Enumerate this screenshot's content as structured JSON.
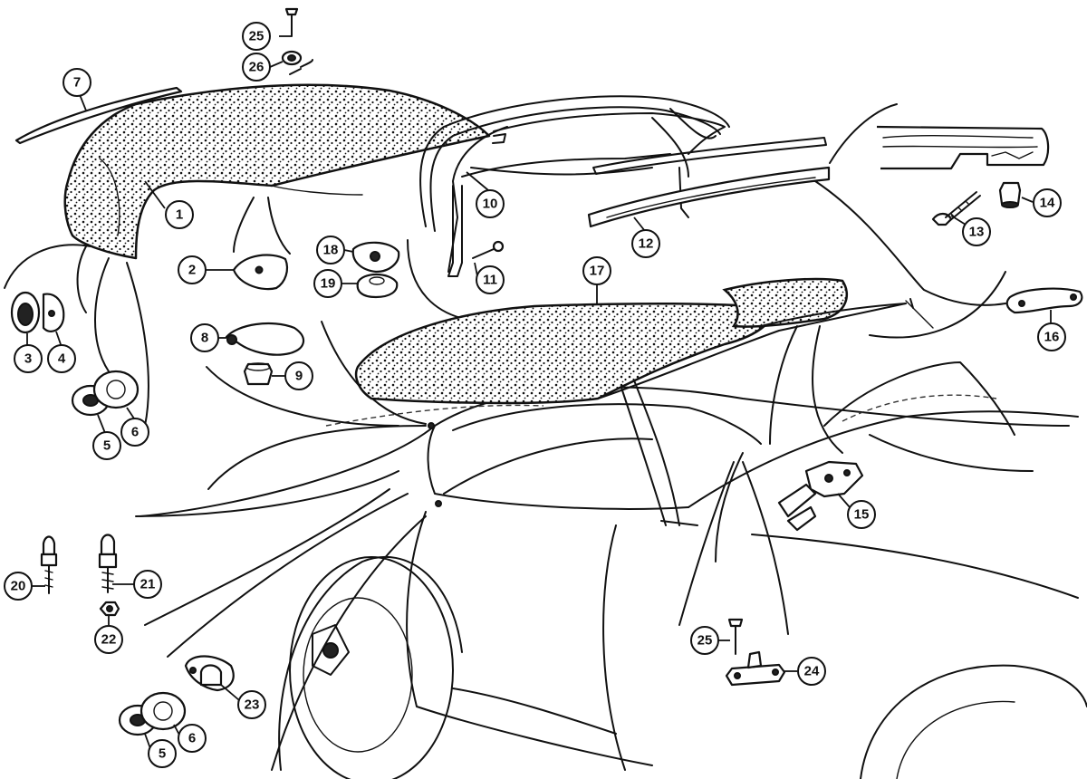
{
  "callouts": [
    {
      "label": "1"
    },
    {
      "label": "2"
    },
    {
      "label": "3"
    },
    {
      "label": "4"
    },
    {
      "label": "5"
    },
    {
      "label": "6"
    },
    {
      "label": "7"
    },
    {
      "label": "8"
    },
    {
      "label": "9"
    },
    {
      "label": "10"
    },
    {
      "label": "11"
    },
    {
      "label": "12"
    },
    {
      "label": "13"
    },
    {
      "label": "14"
    },
    {
      "label": "15"
    },
    {
      "label": "16"
    },
    {
      "label": "17"
    },
    {
      "label": "18"
    },
    {
      "label": "19"
    },
    {
      "label": "20"
    },
    {
      "label": "21"
    },
    {
      "label": "22"
    },
    {
      "label": "23"
    },
    {
      "label": "24"
    },
    {
      "label": "25"
    },
    {
      "label": "26"
    },
    {
      "label": "5"
    },
    {
      "label": "6"
    },
    {
      "label": "25"
    }
  ]
}
